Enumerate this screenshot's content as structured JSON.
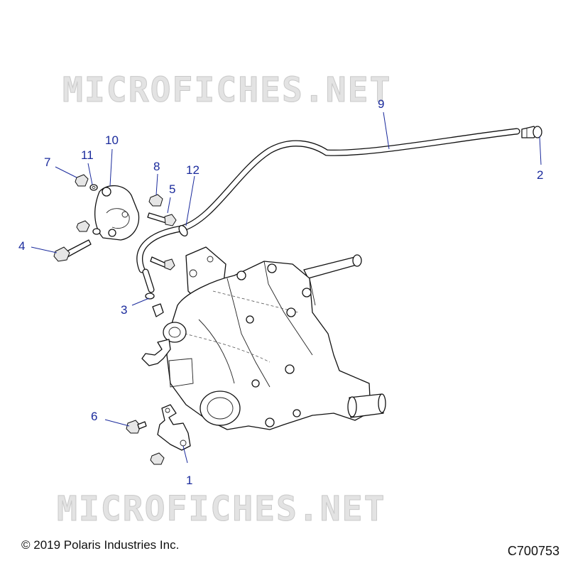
{
  "watermark": "MICROFICHES.NET",
  "copyright": "© 2019 Polaris Industries Inc.",
  "diagram_code": "C700753",
  "callouts": [
    "1",
    "2",
    "3",
    "4",
    "5",
    "6",
    "7",
    "8",
    "9",
    "10",
    "11",
    "12"
  ],
  "colors": {
    "callout": "#1a2a9c",
    "line": "#111111",
    "watermark": "#d4d4d4"
  }
}
